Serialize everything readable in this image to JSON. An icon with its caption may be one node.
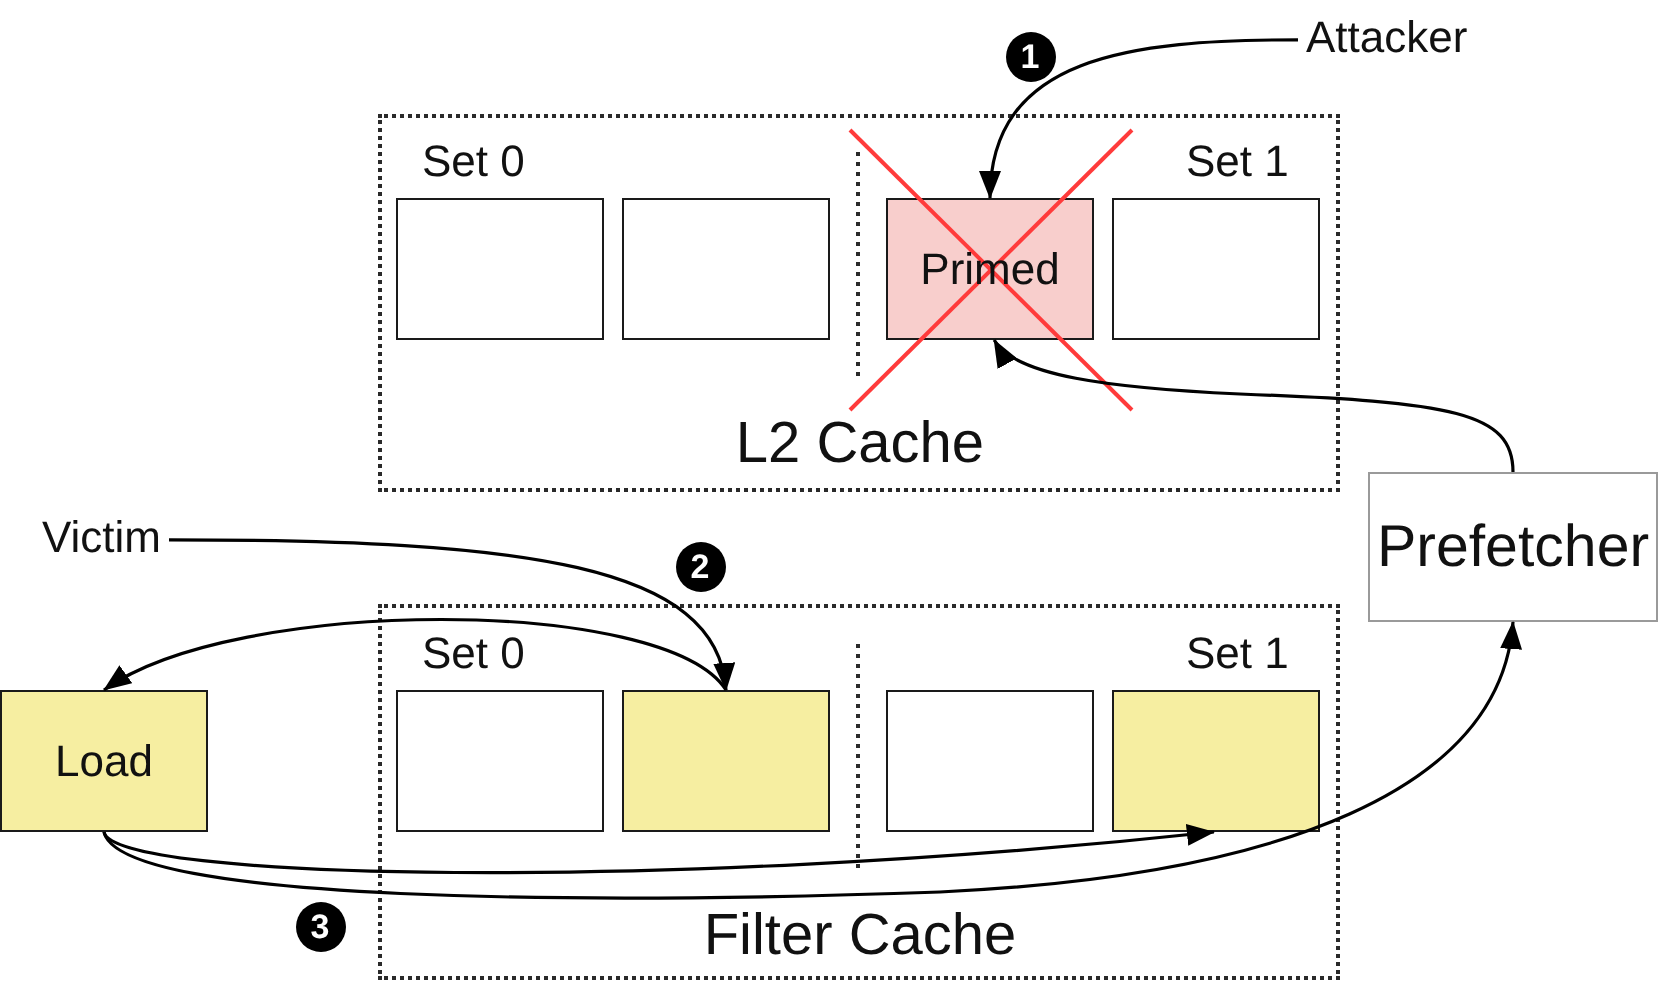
{
  "diagram": {
    "nodes": [
      {
        "text": [
          "Attacker"
        ]
      },
      {
        "text": [
          "Set 0",
          "Set 1",
          "L2 Cache"
        ]
      },
      {
        "text": [],
        "shape": "box",
        "in": 1
      },
      {
        "text": [],
        "shape": "box",
        "in": 1
      },
      {
        "text": [
          "Primed"
        ],
        "in": 1
      },
      {
        "text": [],
        "shape": "box",
        "in": 1
      },
      {
        "text": [
          "Prefetcher"
        ]
      },
      {
        "text": [
          "Victim"
        ]
      },
      {
        "text": [
          "Set 0",
          "Set 1",
          "Filter Cache"
        ]
      },
      {
        "text": [],
        "shape": "box",
        "in": 8
      },
      {
        "text": [],
        "shape": "box",
        "in": 8
      },
      {
        "text": [],
        "shape": "box",
        "in": 8
      },
      {
        "text": [],
        "shape": "box",
        "in": 8
      },
      {
        "text": [
          "Load"
        ]
      }
    ],
    "edges": [
      {
        "from": 0,
        "to": 4,
        "arrow": "to"
      },
      {
        "from": 6,
        "to": 4,
        "arrow": "to"
      },
      {
        "from": 7,
        "to": 10,
        "arrow": "to"
      },
      {
        "from": 10,
        "to": 13,
        "arrow": "to"
      },
      {
        "from": 13,
        "to": 12,
        "arrow": "to"
      },
      {
        "from": 13,
        "to": 6,
        "arrow": "to"
      }
    ],
    "labels": [
      "1",
      "2",
      "3"
    ]
  }
}
